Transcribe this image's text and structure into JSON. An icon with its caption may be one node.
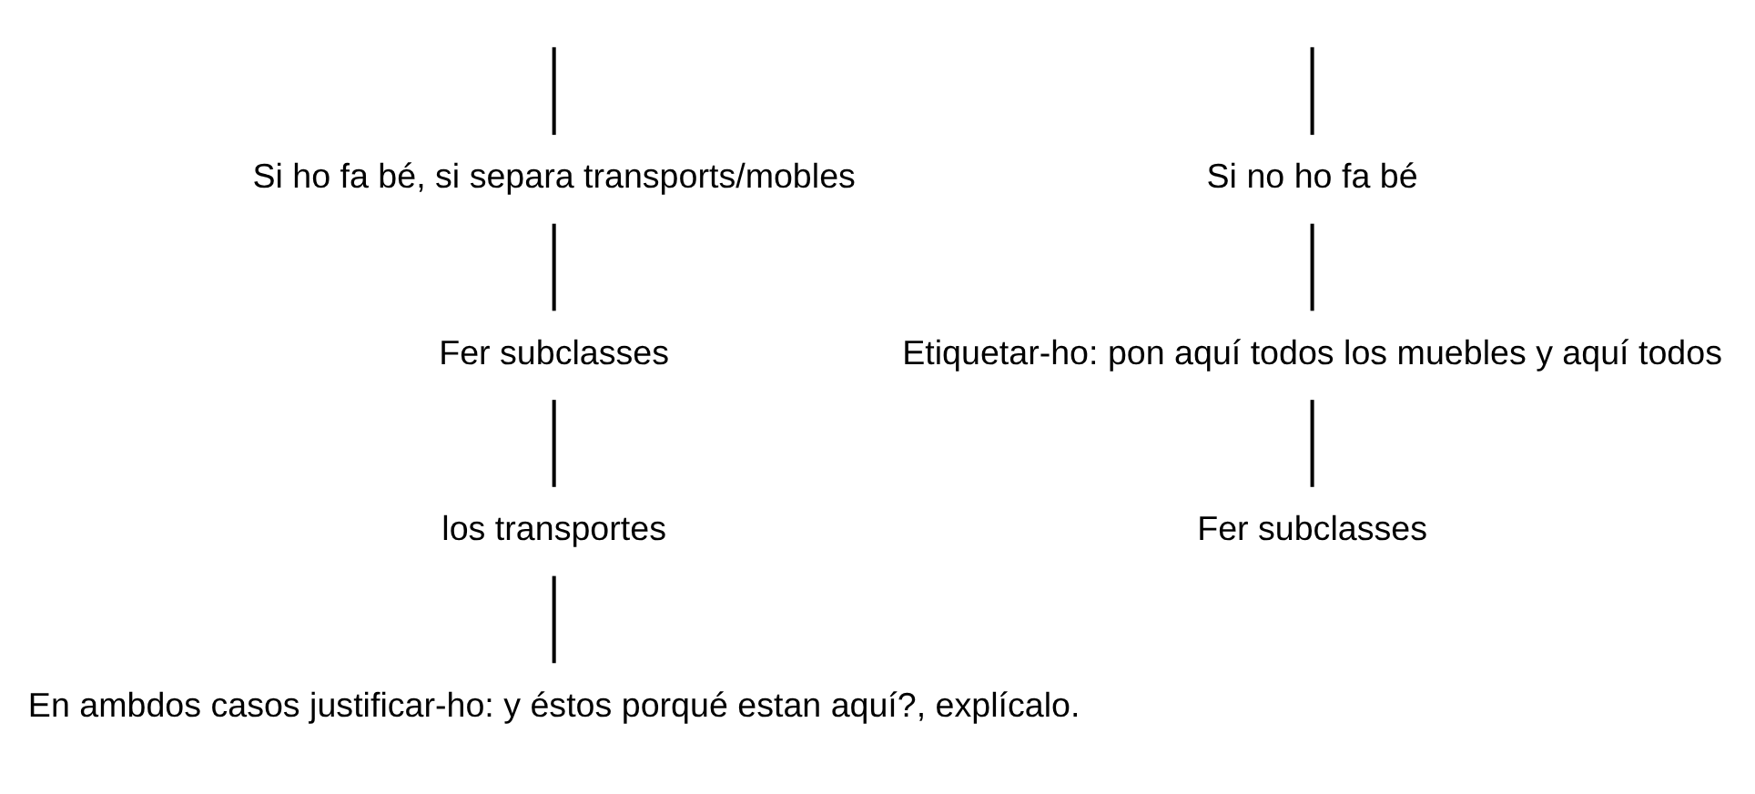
{
  "diagram": {
    "nodes": [
      {
        "text": [
          "Si ho fa bé, si separa transports/mobles"
        ]
      },
      {
        "text": [
          "Si no ho fa bé"
        ]
      },
      {
        "text": [
          "Fer subclasses"
        ]
      },
      {
        "text": [
          "los transportes"
        ]
      },
      {
        "text": [
          "Etiquetar-ho: pon aquí todos los muebles y aquí todos"
        ]
      },
      {
        "text": [
          "Fer subclasses"
        ]
      },
      {
        "text": [
          "En ambdos casos justificar-ho: y éstos porqué estan aquí?, explícalo."
        ]
      }
    ],
    "edges": [
      {
        "from": null,
        "to": 0,
        "arrow": "none"
      },
      {
        "from": null,
        "to": 1,
        "arrow": "none"
      },
      {
        "from": 0,
        "to": 2,
        "arrow": "none"
      },
      {
        "from": 2,
        "to": 3,
        "arrow": "none"
      },
      {
        "from": 3,
        "to": 6,
        "arrow": "none"
      },
      {
        "from": 1,
        "to": 4,
        "arrow": "none"
      },
      {
        "from": 4,
        "to": 5,
        "arrow": "none"
      }
    ]
  }
}
